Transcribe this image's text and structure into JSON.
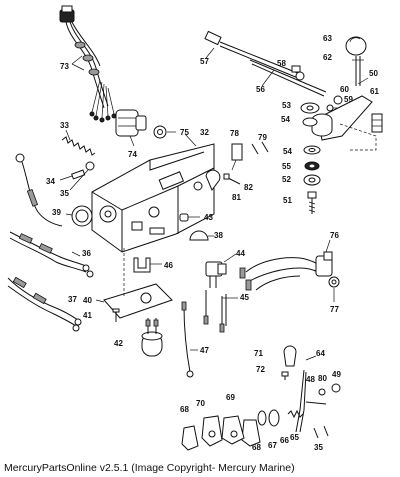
{
  "footer": "MercuryPartsOnline v2.5.1 (Image Copyright- Mercury Marine)",
  "callouts": [
    {
      "id": "c73",
      "label": "73"
    },
    {
      "id": "c57",
      "label": "57"
    },
    {
      "id": "c58",
      "label": "58"
    },
    {
      "id": "c63",
      "label": "63"
    },
    {
      "id": "c62",
      "label": "62"
    },
    {
      "id": "c60",
      "label": "60"
    },
    {
      "id": "c50",
      "label": "50"
    },
    {
      "id": "c56",
      "label": "56"
    },
    {
      "id": "c59",
      "label": "59"
    },
    {
      "id": "c61",
      "label": "61"
    },
    {
      "id": "c53",
      "label": "53"
    },
    {
      "id": "c54a",
      "label": "54"
    },
    {
      "id": "c33",
      "label": "33"
    },
    {
      "id": "c75",
      "label": "75"
    },
    {
      "id": "c32",
      "label": "32"
    },
    {
      "id": "c78",
      "label": "78"
    },
    {
      "id": "c79",
      "label": "79"
    },
    {
      "id": "c74",
      "label": "74"
    },
    {
      "id": "c54b",
      "label": "54"
    },
    {
      "id": "c55",
      "label": "55"
    },
    {
      "id": "c52",
      "label": "52"
    },
    {
      "id": "c34",
      "label": "34"
    },
    {
      "id": "c35a",
      "label": "35"
    },
    {
      "id": "c82",
      "label": "82"
    },
    {
      "id": "c81",
      "label": "81"
    },
    {
      "id": "c51",
      "label": "51"
    },
    {
      "id": "c39",
      "label": "39"
    },
    {
      "id": "c43",
      "label": "43"
    },
    {
      "id": "c38",
      "label": "38"
    },
    {
      "id": "c36",
      "label": "36"
    },
    {
      "id": "c44",
      "label": "44"
    },
    {
      "id": "c76",
      "label": "76"
    },
    {
      "id": "c46",
      "label": "46"
    },
    {
      "id": "c37",
      "label": "37"
    },
    {
      "id": "c40",
      "label": "40"
    },
    {
      "id": "c45",
      "label": "45"
    },
    {
      "id": "c77",
      "label": "77"
    },
    {
      "id": "c41",
      "label": "41"
    },
    {
      "id": "c42",
      "label": "42"
    },
    {
      "id": "c47",
      "label": "47"
    },
    {
      "id": "c71",
      "label": "71"
    },
    {
      "id": "c64",
      "label": "64"
    },
    {
      "id": "c72",
      "label": "72"
    },
    {
      "id": "c48",
      "label": "48"
    },
    {
      "id": "c80",
      "label": "80"
    },
    {
      "id": "c49",
      "label": "49"
    },
    {
      "id": "c68a",
      "label": "68"
    },
    {
      "id": "c70",
      "label": "70"
    },
    {
      "id": "c69",
      "label": "69"
    },
    {
      "id": "c68b",
      "label": "68"
    },
    {
      "id": "c67",
      "label": "67"
    },
    {
      "id": "c66",
      "label": "66"
    },
    {
      "id": "c65",
      "label": "65"
    },
    {
      "id": "c35b",
      "label": "35"
    }
  ]
}
